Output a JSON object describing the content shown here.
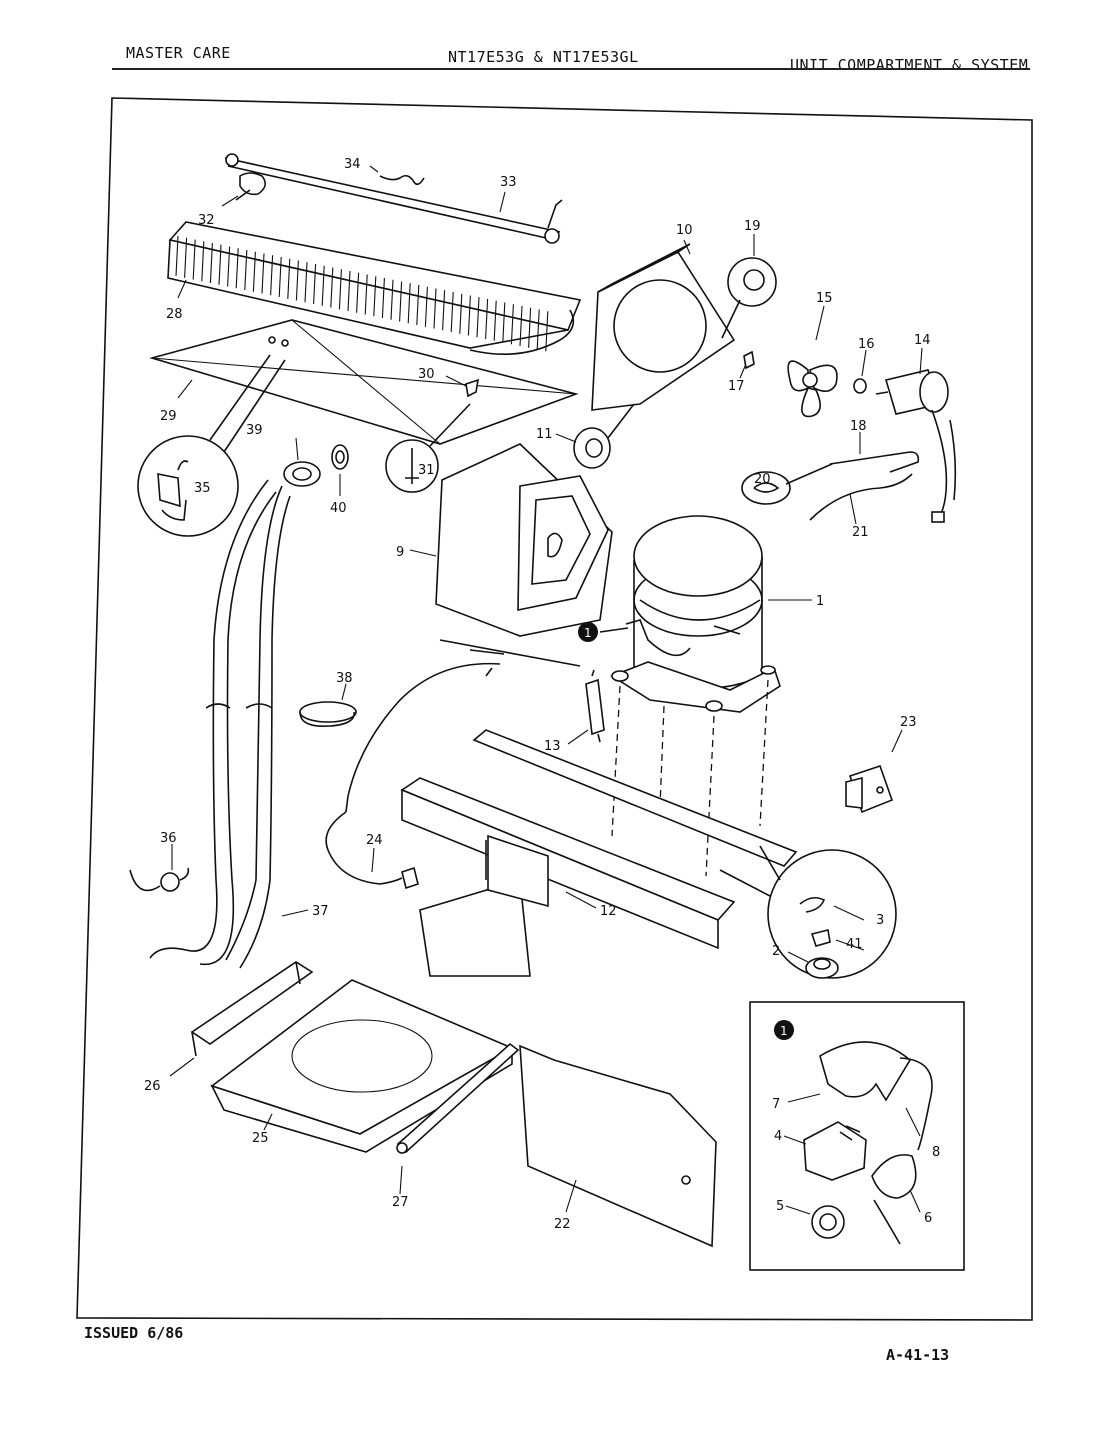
{
  "header": {
    "left": "MASTER CARE",
    "center": "NT17E53G & NT17E53GL",
    "right": "UNIT COMPARTMENT & SYSTEM"
  },
  "footer": {
    "issued": "ISSUED 6/86",
    "page_code": "A-41-13"
  },
  "callouts": {
    "n1": "1",
    "n2": "2",
    "n3": "3",
    "n4": "4",
    "n5": "5",
    "n6": "6",
    "n7": "7",
    "n8": "8",
    "n9": "9",
    "n10": "10",
    "n11": "11",
    "n12": "12",
    "n13": "13",
    "n14": "14",
    "n15": "15",
    "n16": "16",
    "n17": "17",
    "n18": "18",
    "n19": "19",
    "n20": "20",
    "n21": "21",
    "n22": "22",
    "n23": "23",
    "n24": "24",
    "n25": "25",
    "n26": "26",
    "n27": "27",
    "n28": "28",
    "n29": "29",
    "n30": "30",
    "n31": "31",
    "n32": "32",
    "n33": "33",
    "n34": "34",
    "n35": "35",
    "n36": "36",
    "n37": "37",
    "n38": "38",
    "n39": "39",
    "n40": "40",
    "n41": "41"
  },
  "marker": "1"
}
